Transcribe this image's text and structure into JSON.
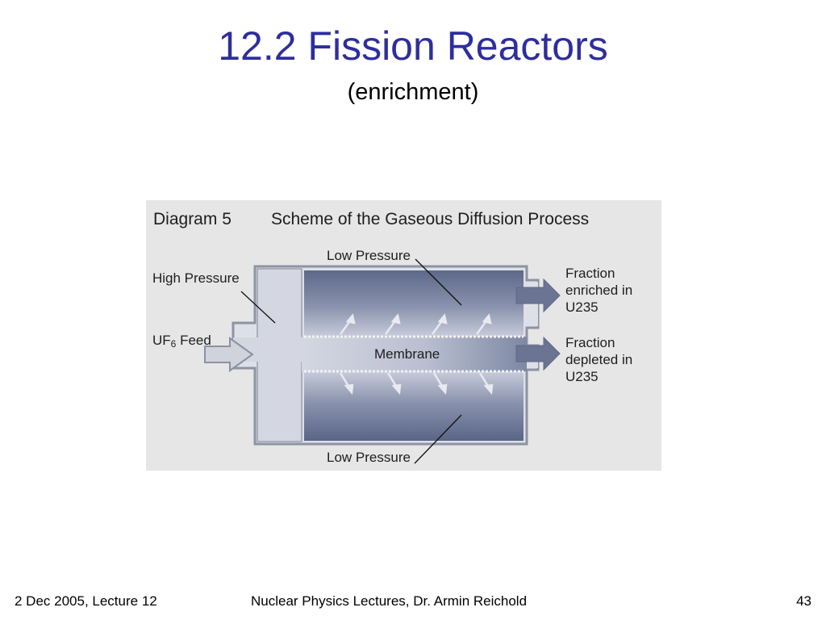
{
  "slide": {
    "title": "12.2 Fission Reactors",
    "subtitle": "(enrichment)"
  },
  "diagram": {
    "heading_number": "Diagram 5",
    "heading_text": "Scheme of the Gaseous Diffusion Process",
    "labels": {
      "low_pressure_top": "Low Pressure",
      "low_pressure_bottom": "Low Pressure",
      "high_pressure": "High Pressure",
      "feed_prefix": "UF",
      "feed_subscript": "6",
      "feed_suffix": " Feed",
      "membrane": "Membrane",
      "enriched_line1": "Fraction",
      "enriched_line2": "enriched in",
      "enriched_line3": "U235",
      "depleted_line1": "Fraction",
      "depleted_line2": "depleted in",
      "depleted_line3": "U235"
    },
    "colors": {
      "background": "#e6e6e6",
      "shell": "#dcdfe6",
      "chamber_dark": "#5b6688",
      "chamber_light": "#c3c8d8",
      "feed_zone": "#d3d6e0",
      "arrow": "#c9ccd6"
    }
  },
  "footer": {
    "left": "2 Dec 2005, Lecture 12",
    "center": "Nuclear Physics  Lectures, Dr. Armin Reichold",
    "page": "43"
  }
}
